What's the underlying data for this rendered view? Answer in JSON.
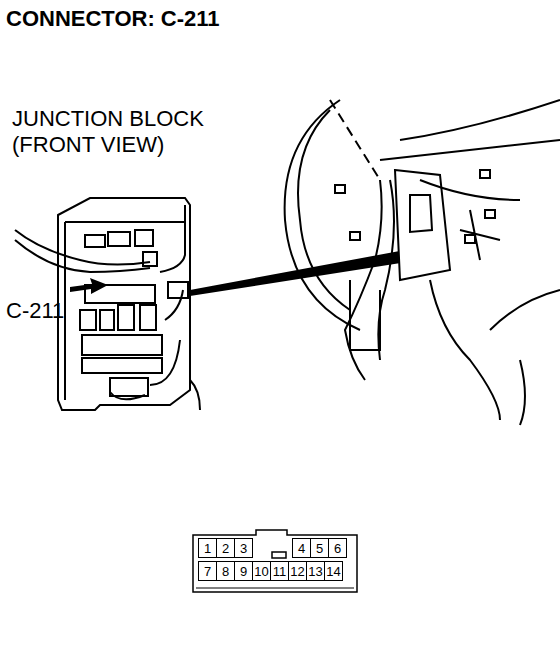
{
  "diagram": {
    "title": "CONNECTOR: C-211",
    "nodes": [
      {
        "text": [
          "1"
        ]
      },
      {
        "text": [
          "2"
        ]
      },
      {
        "text": [
          "3"
        ]
      },
      {
        "text": [
          "4"
        ]
      },
      {
        "text": [
          "5"
        ]
      },
      {
        "text": [
          "6"
        ]
      },
      {
        "text": [
          "7"
        ]
      },
      {
        "text": [
          "8"
        ]
      },
      {
        "text": [
          "9"
        ]
      },
      {
        "text": [
          "10"
        ]
      },
      {
        "text": [
          "11"
        ]
      },
      {
        "text": [
          "12"
        ]
      },
      {
        "text": [
          "13"
        ]
      },
      {
        "text": [
          "14"
        ]
      }
    ],
    "labels": [
      "JUNCTION BLOCK (FRONT VIEW)",
      "C-211"
    ]
  }
}
